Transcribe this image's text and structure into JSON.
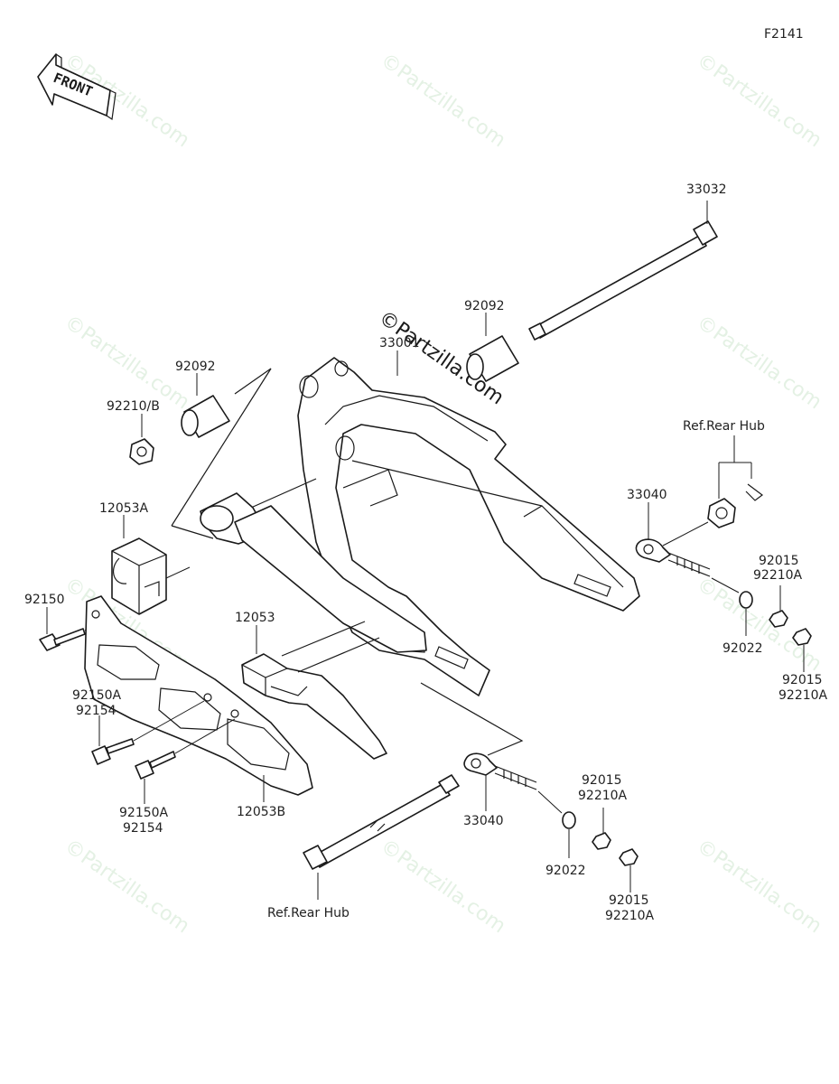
{
  "figure_code": "F2141",
  "front_arrow_label": "FRONT",
  "watermark": "©Partzilla.com",
  "parts": {
    "axle_top": "33032",
    "swingarm": "33001",
    "bushing_right": "92092",
    "bushing_left": "92092",
    "nut_left": "92210/B",
    "block_a": "12053A",
    "bolt_left": "92150",
    "block_mid": "12053",
    "bolt_group_1a": "92150A",
    "bolt_group_1b": "92154",
    "bolt_group_2a": "92150A",
    "bolt_group_2b": "92154",
    "guard": "12053B",
    "ref_hub_top": "Ref.Rear Hub",
    "adjuster_top": "33040",
    "nut_top_a": "92015",
    "nut_top_b": "92210A",
    "washer_top": "92022",
    "nut_top2_a": "92015",
    "nut_top2_b": "92210A",
    "adjuster_bottom": "33040",
    "nut_bot_a": "92015",
    "nut_bot_b": "92210A",
    "washer_bottom": "92022",
    "nut_bot2_a": "92015",
    "nut_bot2_b": "92210A",
    "ref_hub_bottom": "Ref.Rear Hub"
  },
  "colors": {
    "line": "#1a1a1a",
    "watermark": "#cfe6cf",
    "background": "#ffffff"
  }
}
